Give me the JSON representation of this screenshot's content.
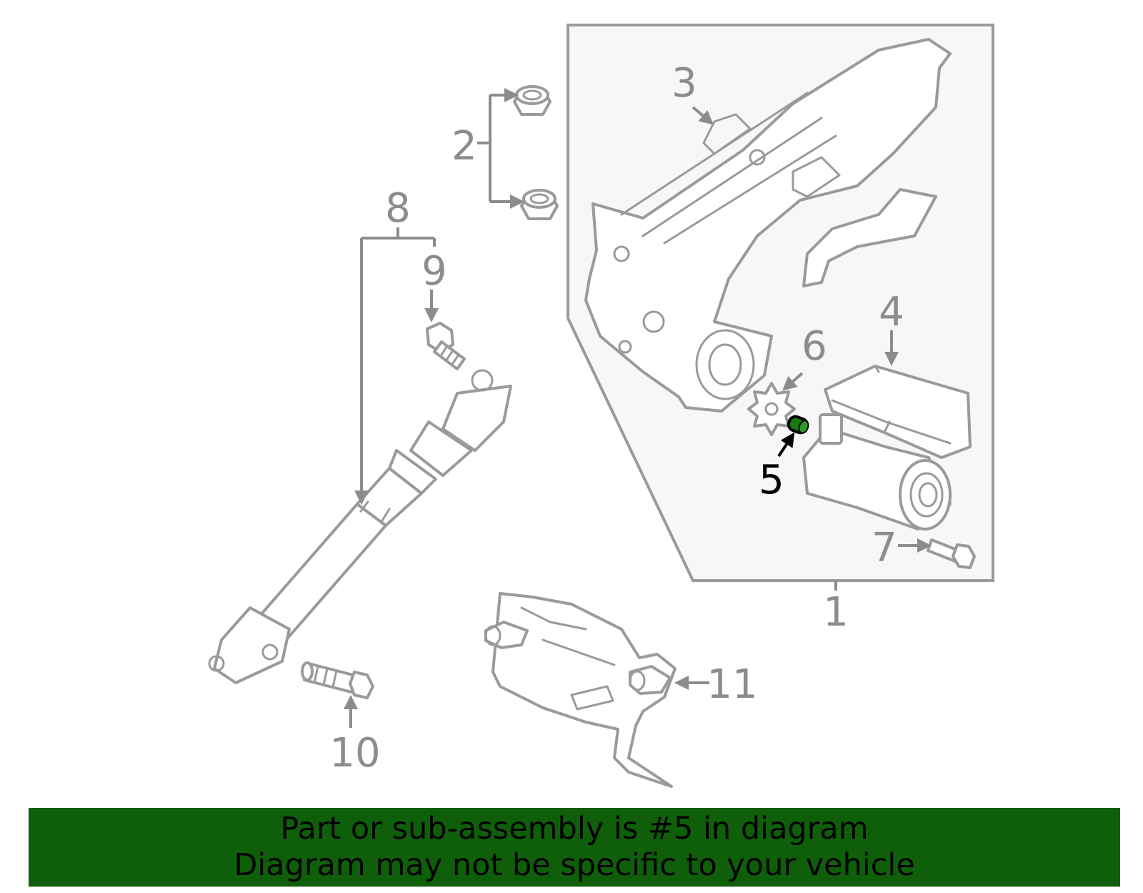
{
  "callouts": {
    "c1": "1",
    "c2": "2",
    "c3": "3",
    "c4": "4",
    "c5": "5",
    "c6": "6",
    "c7": "7",
    "c8": "8",
    "c9": "9",
    "c10": "10",
    "c11": "11"
  },
  "highlight_part": "5",
  "colors": {
    "banner_bg": "#0f5f0a",
    "highlight_part_fill": "#1a7a12",
    "line_gray": "#9a9a9a",
    "assembly_box_fill": "#f7f7f7"
  },
  "banner": {
    "line1": "Part or sub-assembly is #5 in diagram",
    "line2": "Diagram may not be specific to your vehicle"
  }
}
